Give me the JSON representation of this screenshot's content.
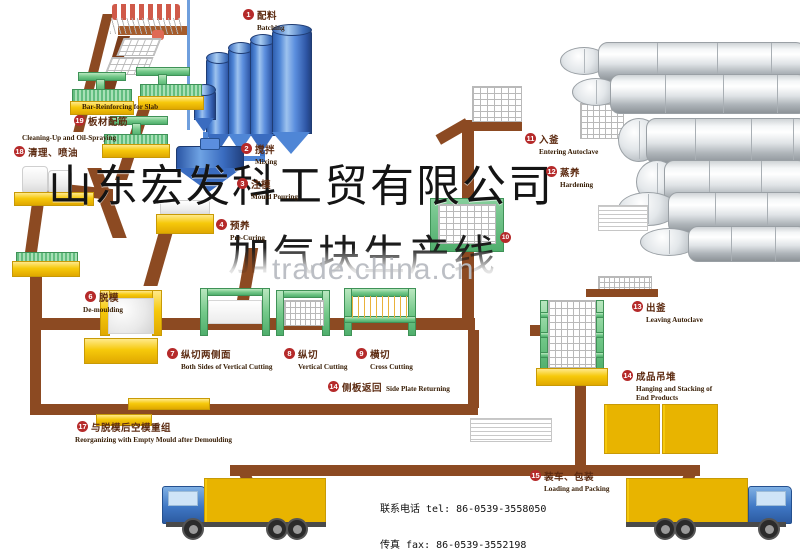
{
  "watermark": {
    "company": "山东宏发科工贸有限公司",
    "subtitle": "加气块生产线",
    "site": "trade.china.cn"
  },
  "contact": {
    "tel": "联系电话 tel: 86-0539-3558050",
    "fax": "传真  fax: 86-0539-3552198"
  },
  "steps": [
    {
      "num": "1",
      "cn": "配料",
      "en": "Batching"
    },
    {
      "num": "2",
      "cn": "搅拌",
      "en": "Mixing"
    },
    {
      "num": "3",
      "cn": "注模",
      "en": "Mould Pouring"
    },
    {
      "num": "4",
      "cn": "预养",
      "en": "Pre-Curing"
    },
    {
      "num": "6",
      "cn": "脱模",
      "en": "De-moulding"
    },
    {
      "num": "7",
      "cn": "纵切两侧面",
      "en": "Both Sides of Vertical Cutting"
    },
    {
      "num": "8",
      "cn": "纵切",
      "en": "Vertical Cutting"
    },
    {
      "num": "9",
      "cn": "横切",
      "en": "Cross Cutting"
    },
    {
      "num": "10",
      "cn": "",
      "en": ""
    },
    {
      "num": "11",
      "cn": "入釜",
      "en": "Entering Autoclave"
    },
    {
      "num": "12",
      "cn": "蒸养",
      "en": "Hardening"
    },
    {
      "num": "13",
      "cn": "出釜",
      "en": "Leaving Autoclave"
    },
    {
      "num": "14",
      "cn": "侧板返回",
      "en": "Side Plate Returning"
    },
    {
      "num": "14",
      "cn": "成品吊堆",
      "en": "Hanging and Stacking of"
    },
    {
      "num": "",
      "cn": "",
      "en": "End Products"
    },
    {
      "num": "15",
      "cn": "装车、包装",
      "en": "Loading and Packing"
    },
    {
      "num": "17",
      "cn": "与脱模后空模重组",
      "en": "Reorganizing with Empty Mould after Demoulding"
    },
    {
      "num": "18",
      "cn": "清理、喷油",
      "en": "Cleaning-Up and Oil-Spraying"
    },
    {
      "num": "19",
      "cn": "板材配筋",
      "en": "Bar-Reinforcing for Slab"
    }
  ],
  "colors": {
    "conveyor": "#8c4a22",
    "silo": "#3a6cc0",
    "autoclave": "#cfd3d6",
    "mould": "#f6c90b",
    "cutter": "#4fae6c",
    "badge": "#b52a2a"
  }
}
